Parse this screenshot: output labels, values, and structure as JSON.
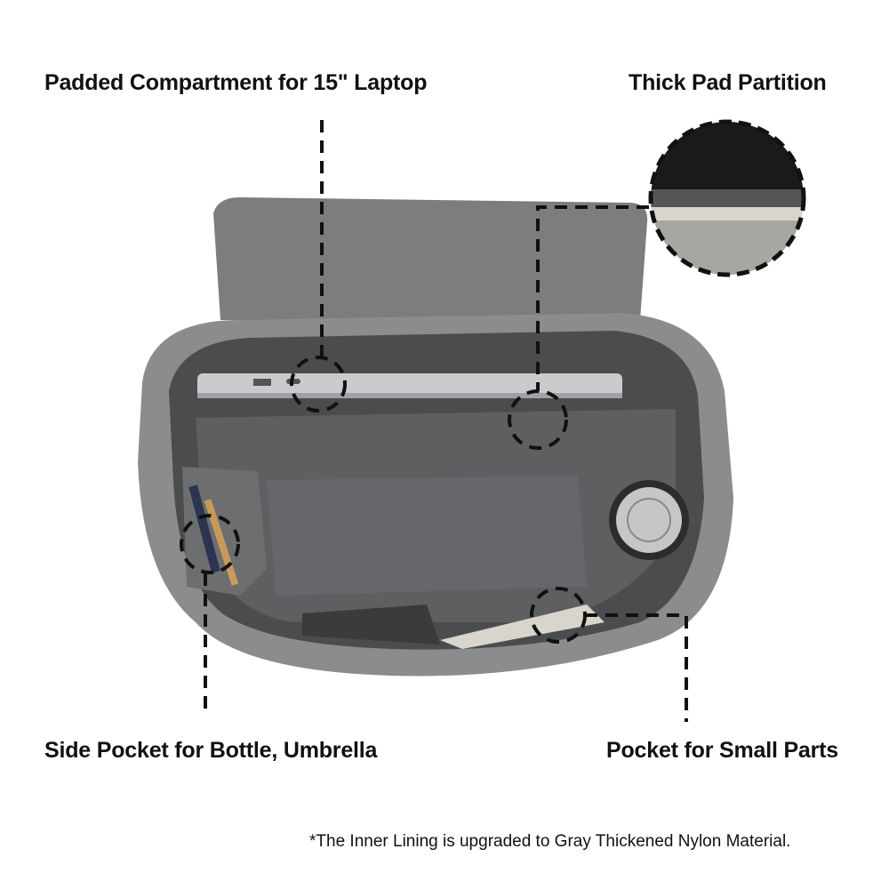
{
  "labels": {
    "laptop": "Padded Compartment for 15\" Laptop",
    "partition": "Thick Pad Partition",
    "side_pocket": "Side Pocket for Bottle, Umbrella",
    "small_parts": "Pocket for Small Parts"
  },
  "footnote": "*The Inner Lining is upgraded to Gray Thickened Nylon Material.",
  "colors": {
    "callout_line": "#111111",
    "bag_exterior": "#8a8a8a",
    "bag_interior": "#4a4b4d",
    "lining": "#6b6c6e"
  }
}
